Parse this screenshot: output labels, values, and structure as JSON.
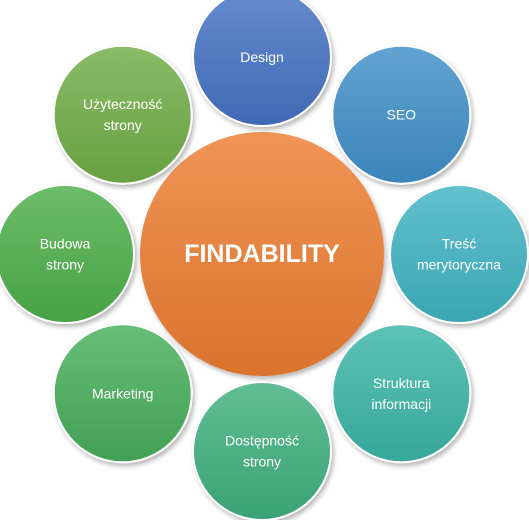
{
  "center": {
    "label": "FINDABILITY",
    "color": "#ED7D31"
  },
  "nodes": [
    {
      "id": "design",
      "lines": [
        "Design"
      ],
      "color": "#4472C4"
    },
    {
      "id": "seo",
      "lines": [
        "SEO"
      ],
      "color": "#3F8FC8"
    },
    {
      "id": "tresc-merytoryczna",
      "lines": [
        "Treść",
        "merytoryczna"
      ],
      "color": "#3FB3C2"
    },
    {
      "id": "struktura-informacji",
      "lines": [
        "Struktura",
        "informacji"
      ],
      "color": "#3BB5A6"
    },
    {
      "id": "dostepnosc-strony",
      "lines": [
        "Dostępność",
        "strony"
      ],
      "color": "#3FB07E"
    },
    {
      "id": "marketing",
      "lines": [
        "Marketing"
      ],
      "color": "#47AE5A"
    },
    {
      "id": "budowa-strony",
      "lines": [
        "Budowa",
        "strony"
      ],
      "color": "#4DAF4A"
    },
    {
      "id": "uzytecznosc-strony",
      "lines": [
        "Użyteczność",
        "strony"
      ],
      "color": "#70AD47"
    }
  ]
}
